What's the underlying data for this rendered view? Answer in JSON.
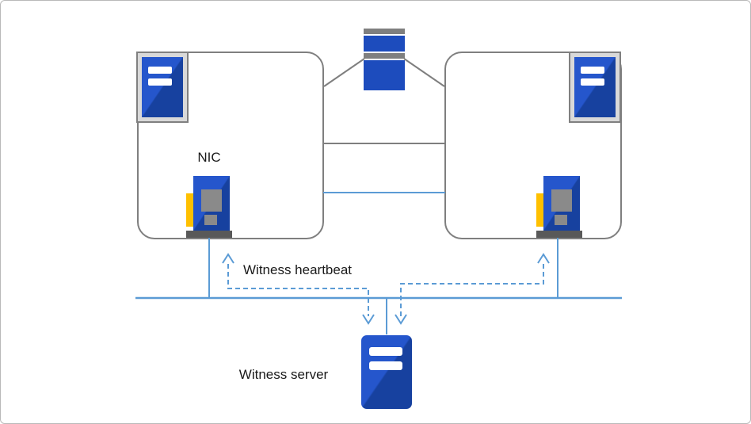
{
  "diagram": {
    "type": "cluster-witness-topology",
    "labels": {
      "nic": "NIC",
      "witness_heartbeat": "Witness heartbeat",
      "witness_server": "Witness server"
    },
    "icons": [
      "server-icon-left-node",
      "server-icon-right-node",
      "storage-disks-icon",
      "nic-card-icon-left",
      "nic-card-icon-right",
      "witness-server-icon"
    ],
    "colors": {
      "icon_blue": "#2556cc",
      "icon_blue_dark": "#17419f",
      "storage_blue": "#1d4cbd",
      "line_blue": "#5b9bd5",
      "line_gray": "#7f7f7f",
      "frame_gray_fill": "#d9d9d9",
      "frame_gray_border": "#808080",
      "nic_yellow": "#ffc000",
      "chip_gray": "#8a8a8a",
      "base_gray": "#595959",
      "text": "#1a1a1a"
    }
  }
}
